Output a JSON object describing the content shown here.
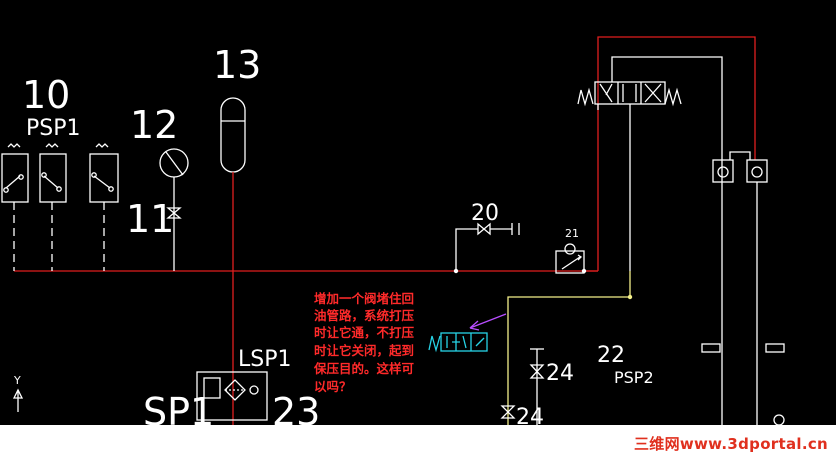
{
  "labels": {
    "n10": "10",
    "psp1": "PSP1",
    "n12": "12",
    "n11": "11",
    "n13": "13",
    "n20": "20",
    "n21": "21",
    "n22": "22",
    "psp2": "PSP2",
    "lsp1": "LSP1",
    "sp1": "SP1",
    "n23": "23",
    "n24a": "24",
    "n24b": "24",
    "axis_y": "Y"
  },
  "annotation": {
    "lines": [
      "增加一个阀堵住回",
      "油管路，系统打压",
      "时让它通，不打压",
      "时让它关闭，起到",
      "保压目的。这样可",
      "以吗？"
    ]
  },
  "watermark": "三维网www.3dportal.cn",
  "colors": {
    "background": "#000000",
    "line_white": "#ffffff",
    "line_red": "#e01e1e",
    "line_yellow": "#f4f08a",
    "valve_cyan": "#27d3e6",
    "note_red": "#ff2a2a",
    "arrow_magenta": "#b84dff"
  }
}
